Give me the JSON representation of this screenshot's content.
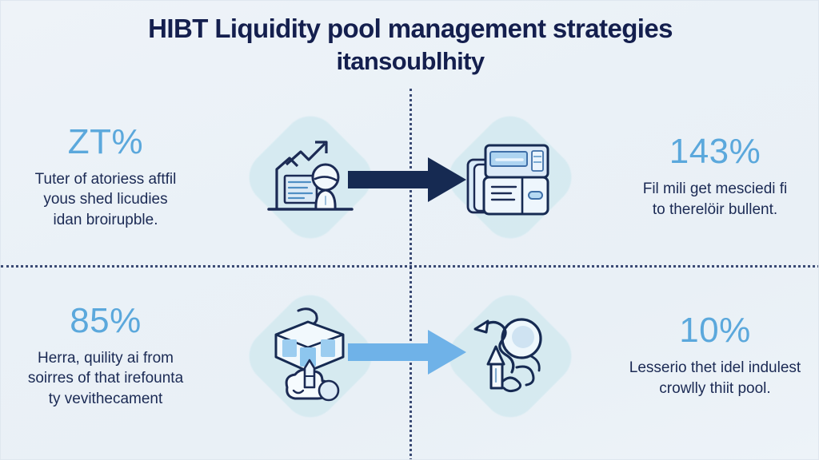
{
  "title": {
    "line1": "HIBT Liquidity pool management strategies",
    "line2": "itansoublhity"
  },
  "colors": {
    "background": "#eaf1f7",
    "title_navy": "#141f4e",
    "body_navy": "#1b2a54",
    "stat_blue": "#5ba8dc",
    "badge_blue": "#cfe8ef",
    "arrow_dark": "#162a52",
    "arrow_light": "#6fb2e8",
    "divider": "#1c2d5e"
  },
  "quadrants": [
    {
      "position": "top-left",
      "stat": "ZT%",
      "text": "Tuter of atoriess aftfil\nyous shed licudies\nidan broirupble.",
      "icon": "growth-chart-person-icon"
    },
    {
      "position": "top-right",
      "stat": "143%",
      "text": "Fil mili get mesciedi fi\nto therelöir bullent.",
      "icon": "machine-printer-icon"
    },
    {
      "position": "bottom-left",
      "stat": "85%",
      "text": "Herra, quility ai from\nsoirres of that irefounta\nty vevithecament",
      "icon": "cube-box-icon"
    },
    {
      "position": "bottom-right",
      "stat": "10%",
      "text": "Lesserio thet idel indulest\ncrowlly thiit pool.",
      "icon": "swirl-circle-icon"
    }
  ],
  "arrows": [
    {
      "name": "top-flow-arrow",
      "color": "#162a52"
    },
    {
      "name": "bottom-flow-arrow",
      "color": "#6fb2e8"
    }
  ]
}
